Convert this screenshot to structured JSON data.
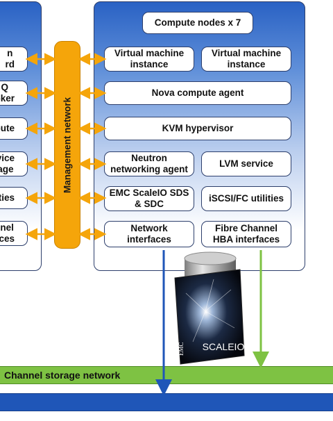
{
  "compute_panel": {
    "title": "Compute nodes x 7",
    "boxes": {
      "vm1": "Virtual machine\ninstance",
      "vm2": "Virtual machine\ninstance",
      "nova": "Nova compute agent",
      "kvm": "KVM hypervisor",
      "neutron": "Neutron\nnetworking agent",
      "lvm": "LVM service",
      "scaleio_sds": "EMC ScaleIO SDS\n& SDC",
      "iscsi": "iSCSI/FC utilities",
      "net_if": "Network\ninterfaces",
      "fc_hba": "Fibre Channel\nHBA interfaces"
    }
  },
  "left_panel": {
    "boxes": [
      "n\nrd",
      "Q\noker",
      "pute",
      "vice\nage",
      "ilities",
      "nnel\naces"
    ]
  },
  "management_network": {
    "label": "Management network"
  },
  "storage_network": {
    "label": "Channel storage network"
  },
  "storage_device": {
    "label": "SCALEIO",
    "brand": "EMC"
  },
  "colors": {
    "panel_top": "#2a62c4",
    "management": "#f5a50a",
    "fc_network": "#7ec243",
    "bottom_network": "#1f56b8",
    "arrow_orange": "#f5a50a",
    "arrow_blue": "#1f56b8",
    "arrow_green": "#7ec243"
  }
}
